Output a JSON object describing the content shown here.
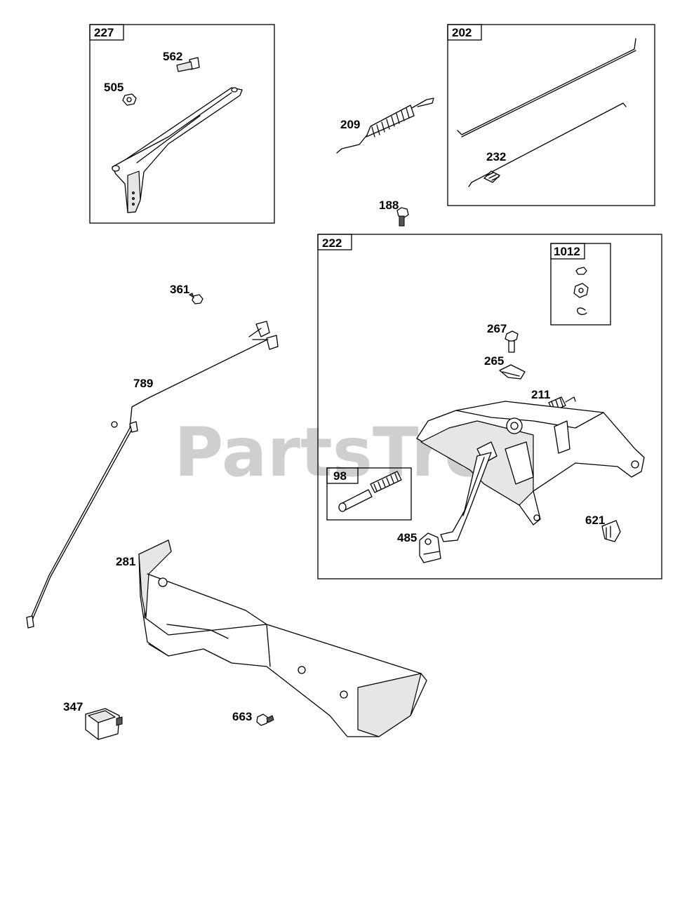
{
  "watermark": "PartsTree",
  "groups": {
    "g227": "227",
    "g202": "202",
    "g222": "222",
    "g1012": "1012",
    "g98": "98"
  },
  "parts": {
    "p562": "562",
    "p505": "505",
    "p209": "209",
    "p232": "232",
    "p188": "188",
    "p361": "361",
    "p789": "789",
    "p267": "267",
    "p265": "265",
    "p211": "211",
    "p621": "621",
    "p485": "485",
    "p281": "281",
    "p347": "347",
    "p663": "663"
  }
}
